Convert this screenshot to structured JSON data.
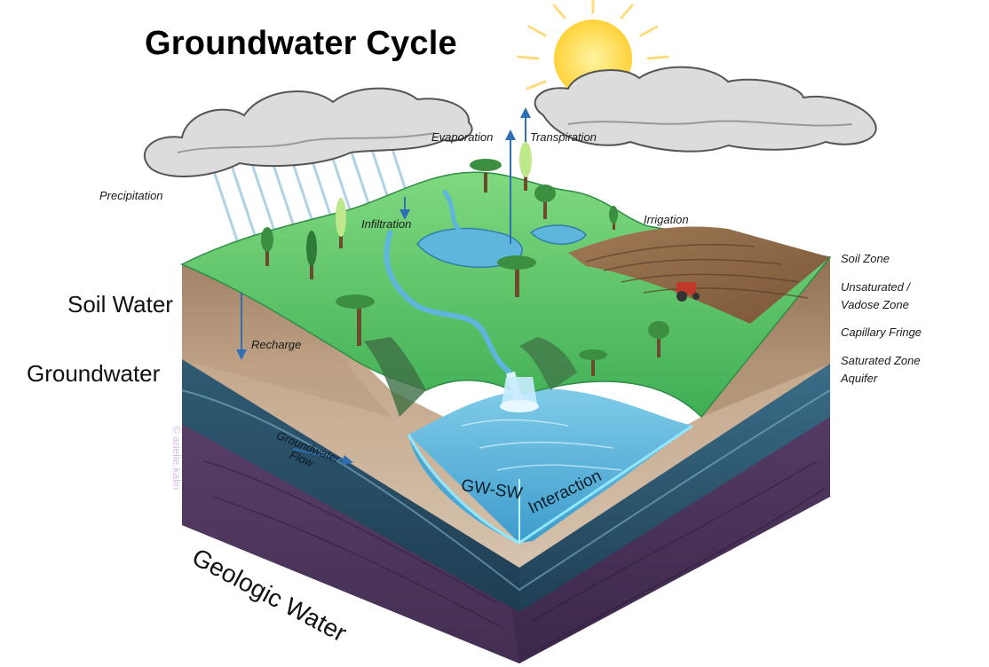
{
  "title": "Groundwater Cycle",
  "process_labels": {
    "precipitation": "Precipitation",
    "infiltration": "Infiltration",
    "evaporation": "Evaporation",
    "transpiration": "Transpiration",
    "irrigation": "Irrigation",
    "recharge": "Recharge",
    "groundwater_flow_line1": "Groundwater",
    "groundwater_flow_line2": "Flow"
  },
  "zone_labels": {
    "soil_zone": "Soil Zone",
    "unsaturated_line1": "Unsaturated /",
    "unsaturated_line2": "Vadose Zone",
    "capillary_fringe": "Capillary Fringe",
    "saturated_zone": "Saturated Zone",
    "aquifer": "Aquifer"
  },
  "layer_labels": {
    "soil_water": "Soil Water",
    "groundwater": "Groundwater",
    "geologic_water": "Geologic Water"
  },
  "interaction_labels": {
    "gw_sw": "GW-SW",
    "interaction": "Interaction"
  },
  "watermark": "© arielle.kalin",
  "colors": {
    "grass": "#5fc46a",
    "soil": "#b59a80",
    "groundwater_layer": "#2f5a73",
    "geologic_layer": "#5a3f6a",
    "lake": "#5fb6dc",
    "arrow": "#2f6fb3",
    "sun": "#ffd23a"
  }
}
